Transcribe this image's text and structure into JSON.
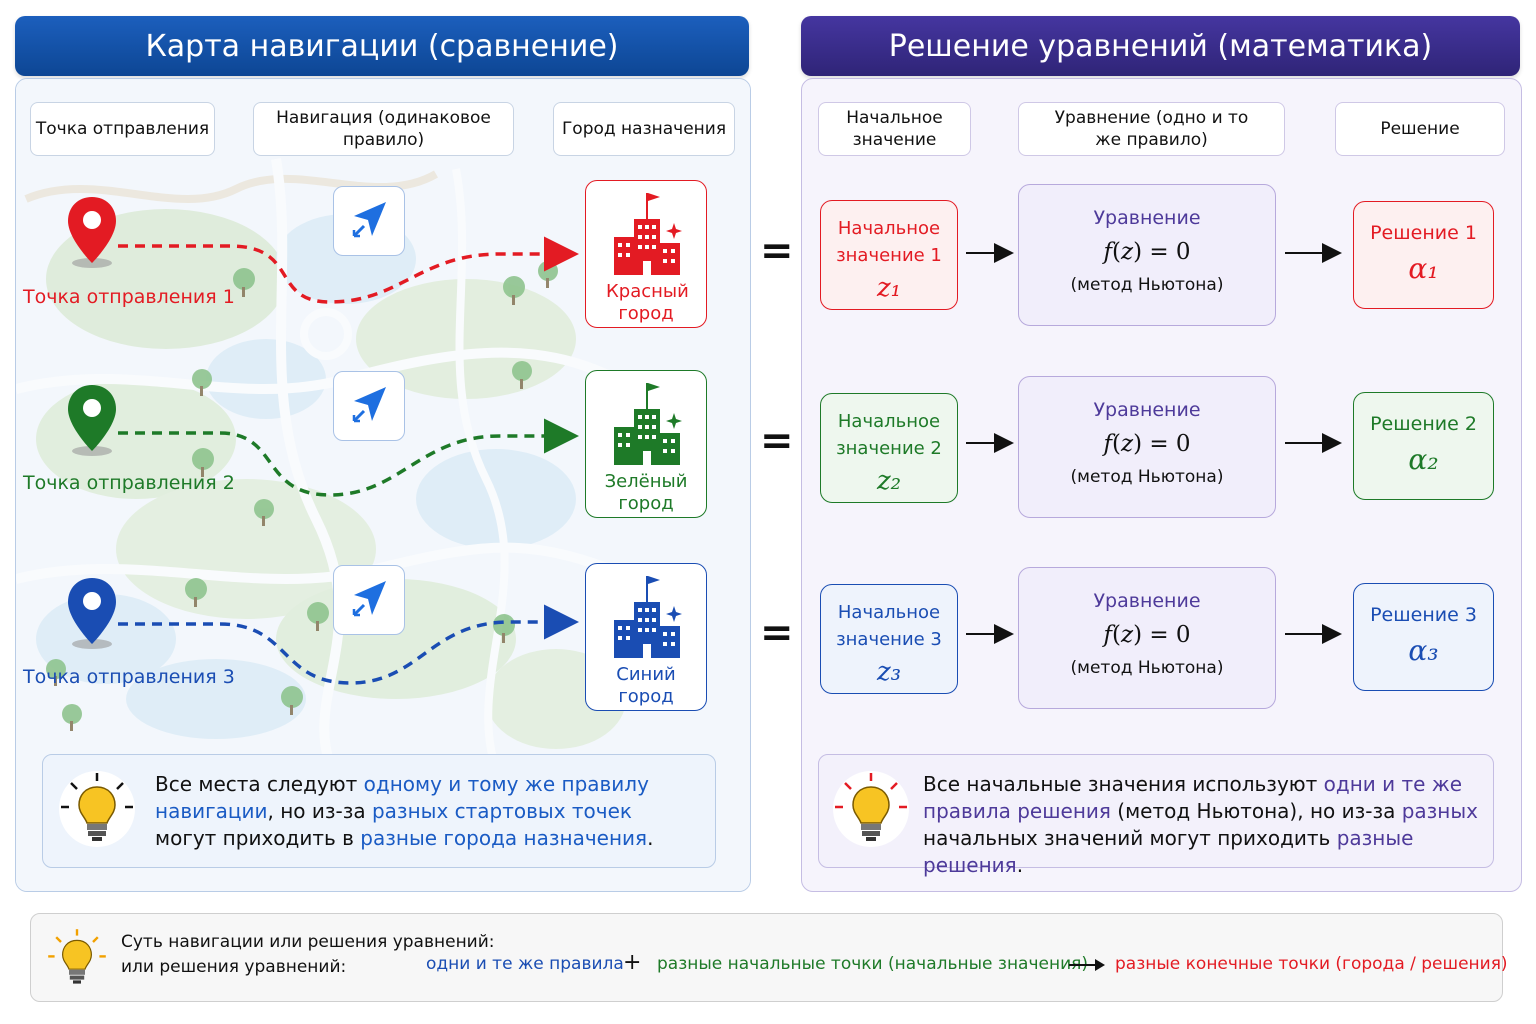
{
  "left": {
    "title": "Карта навигации (сравнение)",
    "headers": [
      "Точка отправления",
      "Навигация (одинаковое правило)",
      "Город назначения"
    ],
    "rows": [
      {
        "start_label": "Точка отправления 1",
        "city": "Красный город",
        "color": "#e31b23"
      },
      {
        "start_label": "Точка отправления 2",
        "city": "Зелёный город",
        "color": "#1e7a28"
      },
      {
        "start_label": "Точка отправления 3",
        "city": "Синий город",
        "color": "#1a4db3"
      }
    ],
    "note": {
      "p1": "Все места следуют ",
      "h1": "одному и тому же правилу навигации",
      "p2": ", но из-за ",
      "h2": "разных стартовых точек",
      "p3": " могут приходить в ",
      "h3": "разные города назначения",
      "p4": "."
    }
  },
  "right": {
    "title": "Решение уравнений (математика)",
    "headers": [
      "Начальное значение",
      "Уравнение (одно и то же правило)",
      "Решение"
    ],
    "rows": [
      {
        "init_label": "Начальное значение 1",
        "init_var": "z₁",
        "eq_title": "Уравнение",
        "eq_method": "(метод Ньютона)",
        "sol_label": "Решение 1",
        "sol_var": "α₁",
        "color": "#e31b23"
      },
      {
        "init_label": "Начальное значение 2",
        "init_var": "z₂",
        "eq_title": "Уравнение",
        "eq_method": "(метод Ньютона)",
        "sol_label": "Решение 2",
        "sol_var": "α₂",
        "color": "#1e7a28"
      },
      {
        "init_label": "Начальное значение 3",
        "init_var": "z₃",
        "eq_title": "Уравнение",
        "eq_method": "(метод Ньютона)",
        "sol_label": "Решение 3",
        "sol_var": "α₃",
        "color": "#1a4db3"
      }
    ],
    "equals": "=",
    "note": {
      "p1": "Все начальные значения используют ",
      "h1": "одни и те же правила решения",
      "p2": " (метод Ньютона), но из-за ",
      "h2": "разных",
      "p3": " начальных значений могут приходить ",
      "h3": "разные решения",
      "p4": "."
    }
  },
  "summary": {
    "label_line1": "Суть навигации или решения уравнений:",
    "label_line2": "или решения уравнений:",
    "part1": "одни и те же правила",
    "plus": "+",
    "part2": "разные начальные точки (начальные значения)",
    "part3": "разные конечные точки (города / решения)"
  },
  "colors": {
    "left_title_bg": "#0f4ea3",
    "right_title_bg": "#3a2d8c",
    "highlight_blue": "#1a5bc4",
    "highlight_purple": "#4e3a9a",
    "red": "#e31b23",
    "green": "#1e7a28",
    "blue": "#1a4db3"
  },
  "icons": [
    "map-pin-icon",
    "navigation-arrow-icon",
    "city-buildings-icon",
    "lightbulb-icon",
    "arrow-right-icon"
  ]
}
